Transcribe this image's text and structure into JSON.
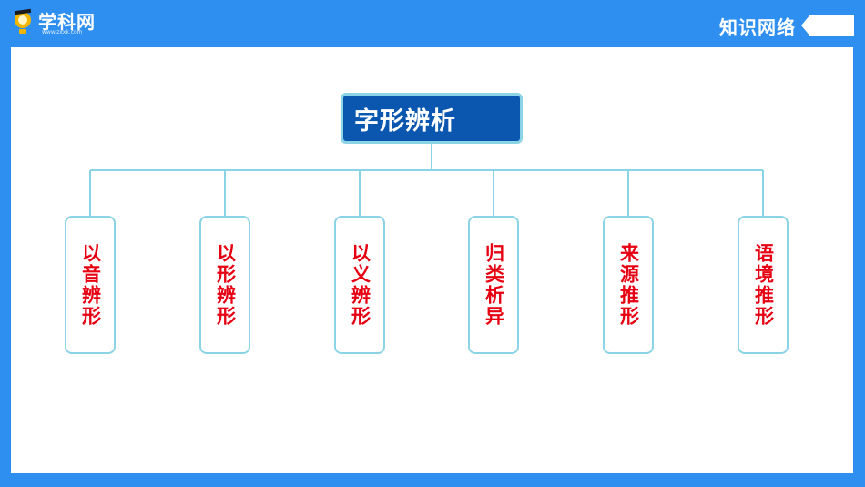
{
  "brand": {
    "name": "学科网",
    "sub": "www.zxxk.com"
  },
  "header": {
    "section_label": "知识网络"
  },
  "diagram": {
    "root": "字形辨析",
    "children": [
      "以音辨形",
      "以形辨形",
      "以义辨形",
      "归类析异",
      "来源推形",
      "语境推形"
    ]
  },
  "colors": {
    "background": "#2f8ff0",
    "root_fill": "#0b57b0",
    "border": "#8ad4e6",
    "leaf_text": "#e60012"
  }
}
